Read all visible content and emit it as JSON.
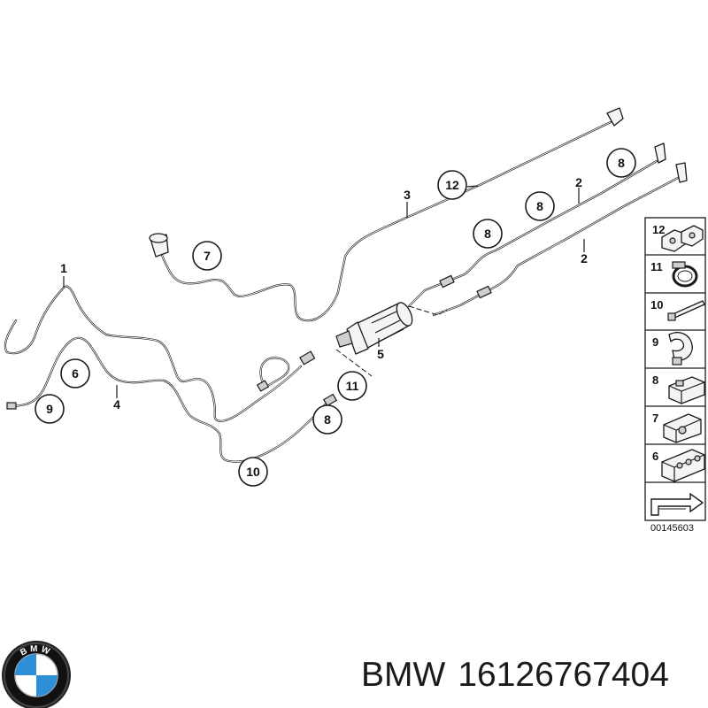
{
  "diagram": {
    "callouts": [
      {
        "id": "c12",
        "text": "12"
      },
      {
        "id": "c8a",
        "text": "8"
      },
      {
        "id": "c8b",
        "text": "8"
      },
      {
        "id": "c8c",
        "text": "8"
      },
      {
        "id": "c7",
        "text": "7"
      },
      {
        "id": "c6",
        "text": "6"
      },
      {
        "id": "c9",
        "text": "9"
      },
      {
        "id": "c11",
        "text": "11"
      },
      {
        "id": "c8d",
        "text": "8"
      },
      {
        "id": "c10",
        "text": "10"
      }
    ],
    "labels": [
      {
        "id": "l1",
        "text": "1"
      },
      {
        "id": "l2a",
        "text": "2"
      },
      {
        "id": "l2b",
        "text": "2"
      },
      {
        "id": "l3",
        "text": "3"
      },
      {
        "id": "l4",
        "text": "4"
      },
      {
        "id": "l5",
        "text": "5"
      }
    ],
    "legend": [
      {
        "number": "12",
        "icon": "double-clip-icon"
      },
      {
        "number": "11",
        "icon": "hose-clamp-icon"
      },
      {
        "number": "10",
        "icon": "cable-tie-icon"
      },
      {
        "number": "9",
        "icon": "pipe-clip-icon"
      },
      {
        "number": "8",
        "icon": "bracket-clip-icon"
      },
      {
        "number": "7",
        "icon": "holder-icon"
      },
      {
        "number": "6",
        "icon": "triple-holder-icon"
      }
    ],
    "legend_footer_icon": "arrow-icon",
    "reference_number": "00145603"
  },
  "brand": {
    "logo_icon": "bmw-roundel-icon",
    "logo_letters": "BMW",
    "name": "BMW",
    "part_number": "16126767404"
  }
}
